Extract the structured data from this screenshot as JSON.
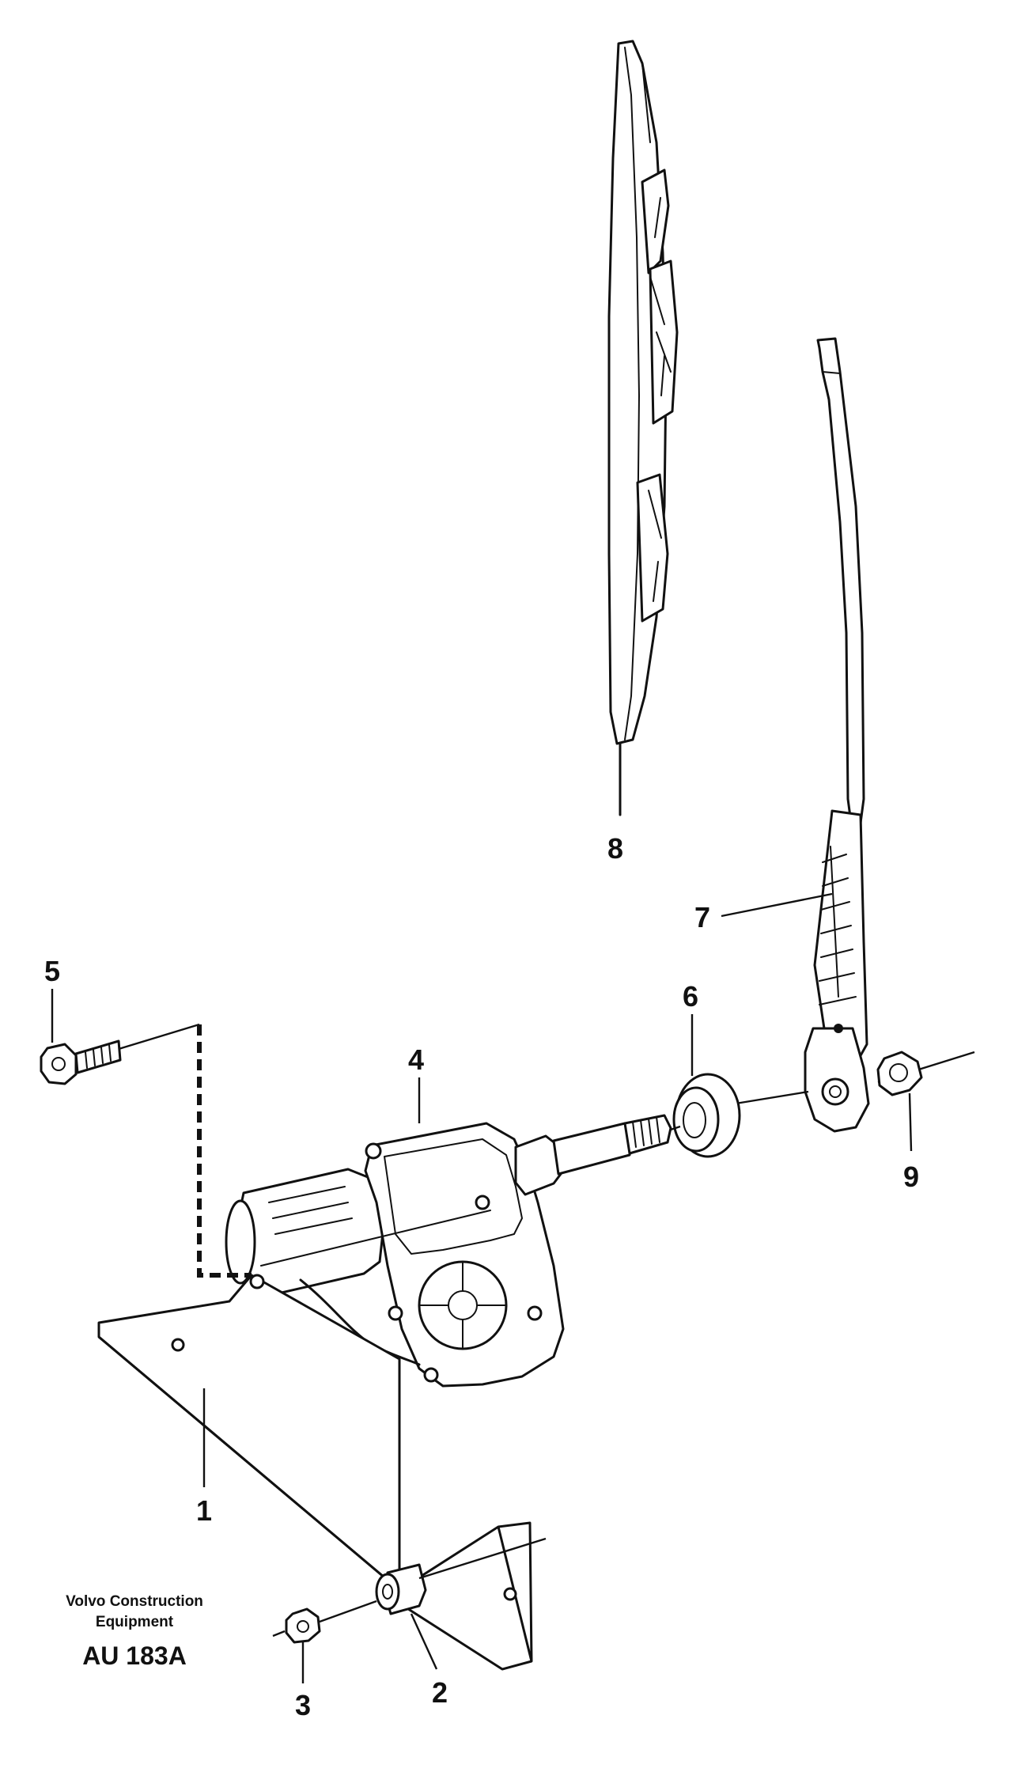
{
  "callouts": {
    "c1": "1",
    "c2": "2",
    "c3": "3",
    "c4": "4",
    "c5": "5",
    "c6": "6",
    "c7": "7",
    "c8": "8",
    "c9": "9"
  },
  "caption": {
    "line1": "Volvo Construction",
    "line2": "Equipment",
    "code": "AU 183A"
  }
}
